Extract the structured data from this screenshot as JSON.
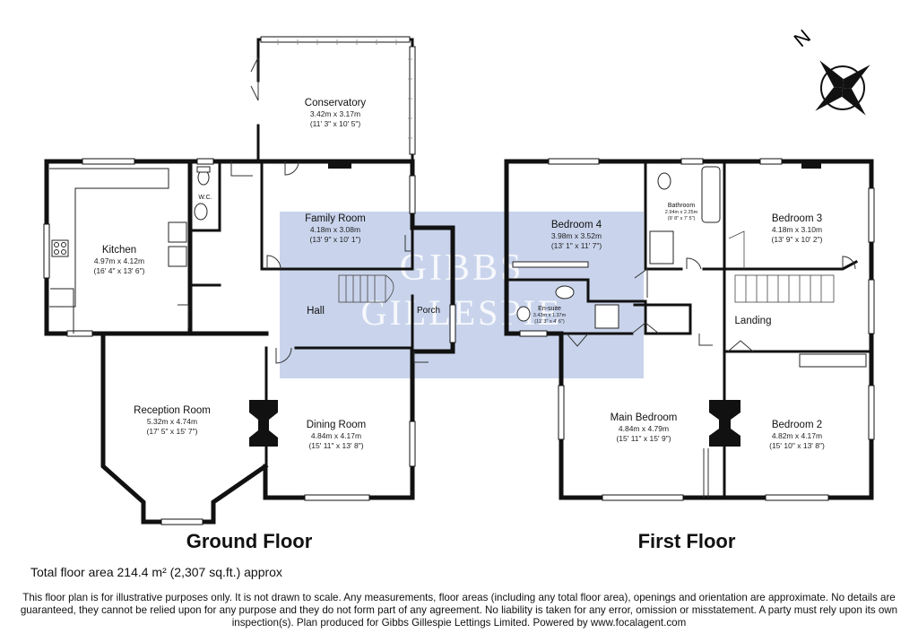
{
  "watermark": {
    "line1": "GIBBS",
    "line2": "GILLESPIE"
  },
  "compass": {
    "label": "N"
  },
  "floors": [
    {
      "title": "Ground Floor"
    },
    {
      "title": "First Floor"
    }
  ],
  "rooms": {
    "conservatory": {
      "name": "Conservatory",
      "metric": "3.42m x 3.17m",
      "imperial": "(11' 3\" x 10' 5\")"
    },
    "family_room": {
      "name": "Family Room",
      "metric": "4.18m x 3.08m",
      "imperial": "(13' 9\" x 10' 1\")"
    },
    "kitchen": {
      "name": "Kitchen",
      "metric": "4.97m x 4.12m",
      "imperial": "(16' 4\" x 13' 6\")"
    },
    "wc": {
      "name": "W.C."
    },
    "hall": {
      "name": "Hall"
    },
    "porch": {
      "name": "Porch"
    },
    "reception_room": {
      "name": "Reception Room",
      "metric": "5.32m x 4.74m",
      "imperial": "(17' 5\" x 15' 7\")"
    },
    "dining_room": {
      "name": "Dining Room",
      "metric": "4.84m x 4.17m",
      "imperial": "(15' 11\" x 13' 8\")"
    },
    "bedroom4": {
      "name": "Bedroom 4",
      "metric": "3.98m x 3.52m",
      "imperial": "(13' 1\" x 11' 7\")"
    },
    "bathroom": {
      "name": "Bathroom",
      "metric": "2.94m x 2.25m",
      "imperial": "(9' 8\" x 7' 5\")"
    },
    "bedroom3": {
      "name": "Bedroom 3",
      "metric": "4.18m x 3.10m",
      "imperial": "(13' 9\" x 10' 2\")"
    },
    "ensuite": {
      "name": "En-suite",
      "metric": "3.43m x 1.37m",
      "imperial": "(11' 3\" x 4' 6\")"
    },
    "landing": {
      "name": "Landing"
    },
    "main_bedroom": {
      "name": "Main Bedroom",
      "metric": "4.84m x 4.79m",
      "imperial": "(15' 11\" x 15' 9\")"
    },
    "bedroom2": {
      "name": "Bedroom 2",
      "metric": "4.82m x 4.17m",
      "imperial": "(15' 10\" x 13' 8\")"
    }
  },
  "total_area": "Total floor area 214.4 m² (2,307 sq.ft.) approx",
  "disclaimer": "This floor plan is for illustrative purposes only. It is not drawn to scale. Any measurements, floor areas (including any total floor area), openings and orientation are approximate. No details are guaranteed, they cannot be relied upon for any purpose and they do not form part of any agreement. No liability is taken for any error, omission or misstatement. A party must rely upon its own inspection(s). Plan produced for Gibbs Gillespie Lettings Limited. Powered by www.focalagent.com",
  "colors": {
    "wall": "#111111",
    "watermark_bg": "#c9d4ec",
    "window": "#ffffff"
  }
}
